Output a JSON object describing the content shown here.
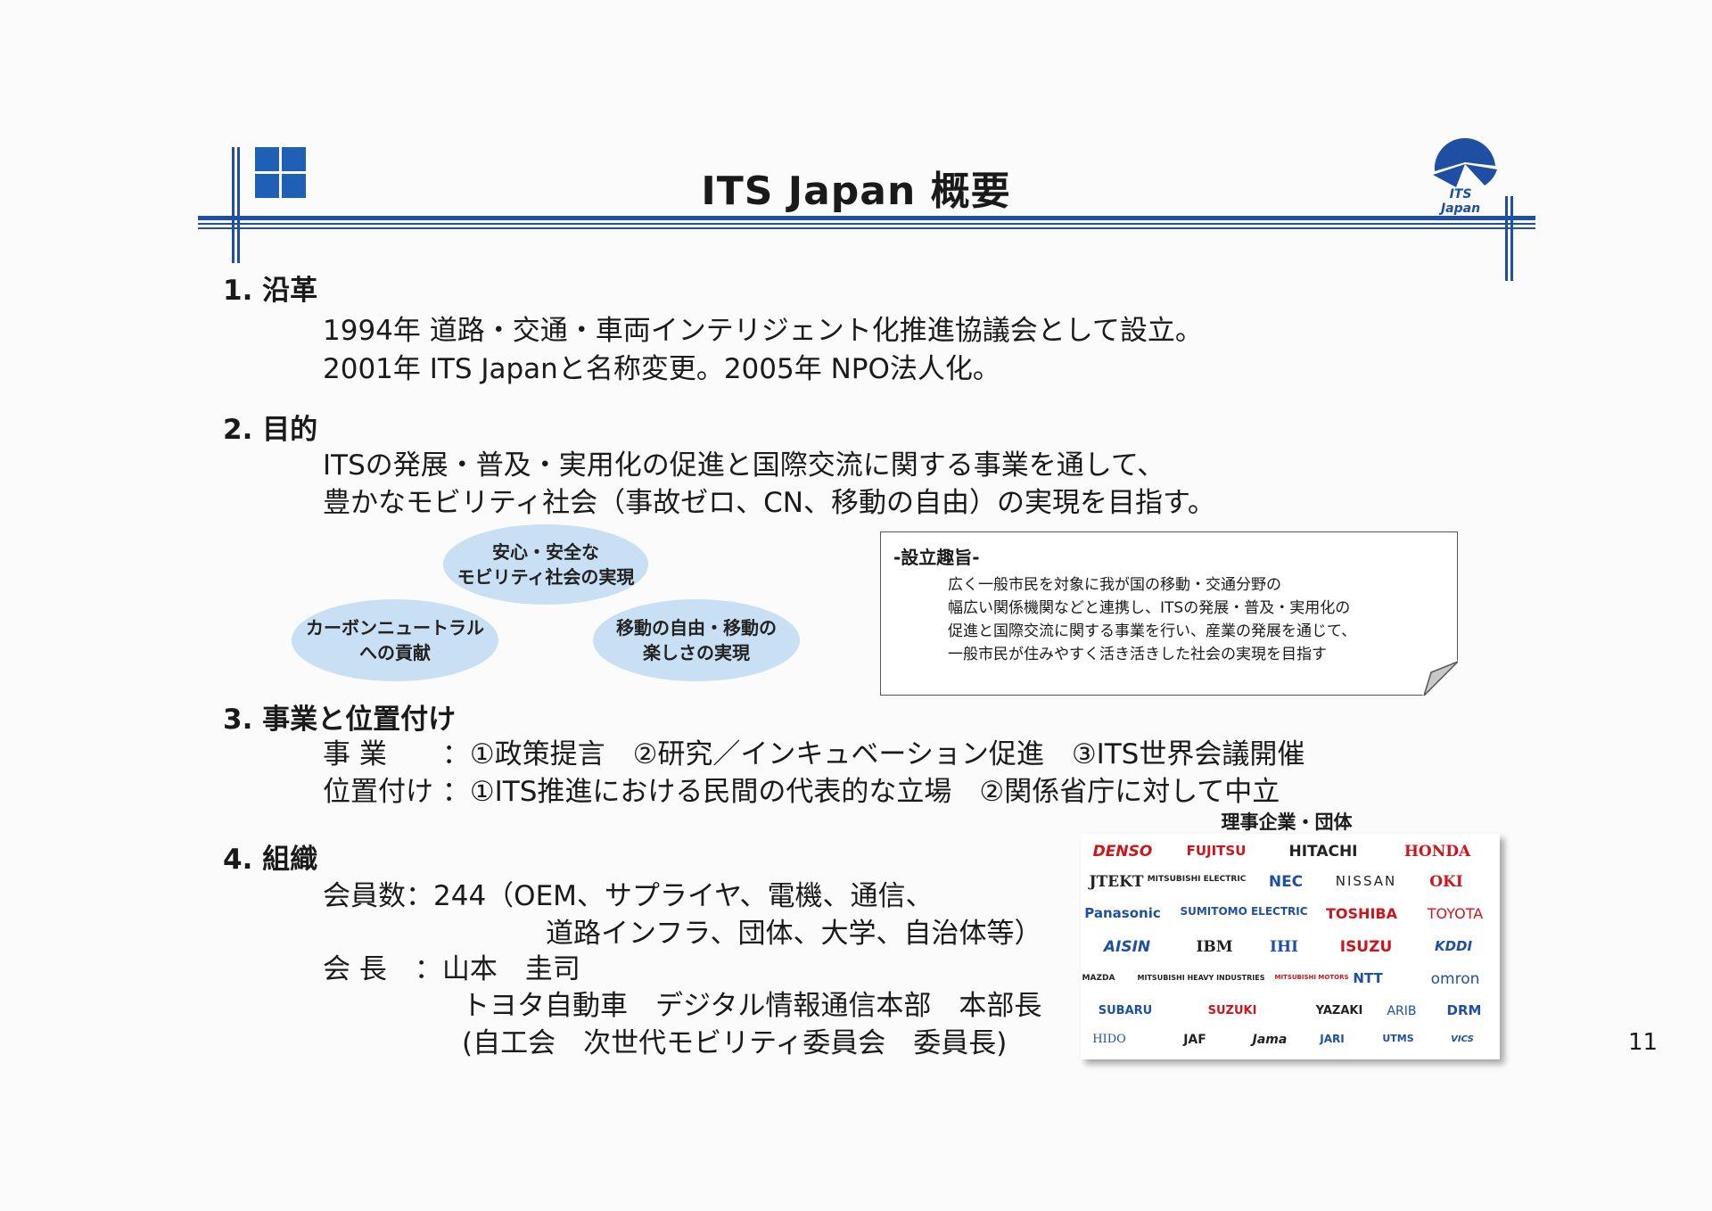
{
  "header": {
    "title": "ITS Japan 概要",
    "logo_text": "ITS Japan"
  },
  "sections": {
    "s1": {
      "heading": "1. 沿革",
      "lines": [
        "1994年 道路・交通・車両インテリジェント化推進協議会として設立。",
        "2001年 ITS Japanと名称変更。2005年 NPO法人化。"
      ]
    },
    "s2": {
      "heading": "2. 目的",
      "lines": [
        "ITSの発展・普及・実用化の促進と国際交流に関する事業を通して、",
        "豊かなモビリティ社会（事故ゼロ、CN、移動の自由）の実現を目指す。"
      ]
    },
    "s3": {
      "heading": "3. 事業と位置付け",
      "lines": [
        "事 業　　：①政策提言　②研究／インキュベーション促進　③ITS世界会議開催",
        "位置付け ：①ITS推進における民間の代表的な立場　②関係省庁に対して中立"
      ]
    },
    "s4": {
      "heading": "4. 組織",
      "lines": [
        "会員数：244（OEM、サプライヤ、電機、通信、",
        "道路インフラ、団体、大学、自治体等）",
        "会 長　：山本　圭司",
        "トヨタ自動車　デジタル情報通信本部　本部長",
        "(自工会　次世代モビリティ委員会　委員長)"
      ]
    }
  },
  "bubbles": [
    "安心・安全な\nモビリティ社会の実現",
    "カーボンニュートラル\nへの貢献",
    "移動の自由・移動の\n楽しさの実現"
  ],
  "note": {
    "heading": "-設立趣旨-",
    "text": "広く一般市民を対象に我が国の移動・交通分野の\n幅広い関係機関などと連携し、ITSの発展・普及・実用化の\n促進と国際交流に関する事業を行い、産業の発展を通じて、\n一般市民が住みやすく活き活きした社会の実現を目指す"
  },
  "members": {
    "title": "理事企業・団体",
    "logos": [
      "DENSO",
      "FUJITSU",
      "HITACHI",
      "HONDA",
      "JTEKT",
      "MITSUBISHI ELECTRIC",
      "NEC",
      "NISSAN",
      "OKI",
      "Panasonic",
      "SUMITOMO ELECTRIC",
      "TOSHIBA",
      "TOYOTA",
      "AISIN",
      "IBM",
      "IHI",
      "ISUZU",
      "KDDI",
      "MAZDA",
      "MITSUBISHI HEAVY INDUSTRIES",
      "MITSUBISHI MOTORS",
      "NTT",
      "omron",
      "SUBARU",
      "SUZUKI",
      "YAZAKI",
      "ARIB",
      "DRM",
      "HIDO",
      "JAF",
      "Jama",
      "JARI",
      "UTMS",
      "VICS"
    ]
  },
  "page_number": "11",
  "colors": {
    "accent": "#1f4fa3",
    "bubble": "#c9dff3"
  }
}
